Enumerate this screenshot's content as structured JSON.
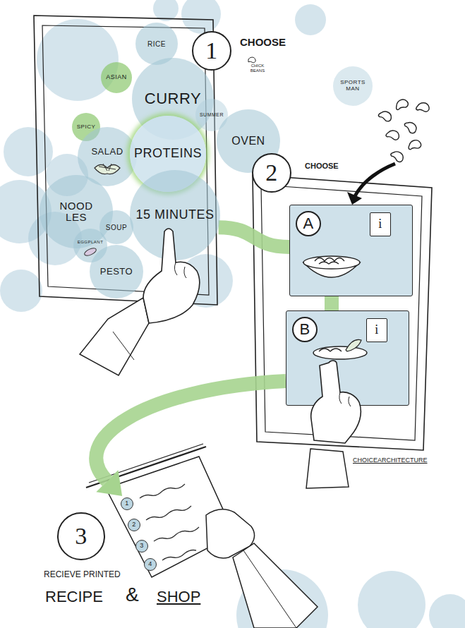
{
  "diagram": {
    "nodes": [
      {
        "text": [
          "1"
        ]
      },
      {
        "text": [
          "RICE"
        ]
      },
      {
        "text": [
          "ASIAN"
        ]
      },
      {
        "text": [
          "CURRY"
        ]
      },
      {
        "text": [
          "SUMMER"
        ]
      },
      {
        "text": [
          "SPICY"
        ]
      },
      {
        "text": [
          "SALAD"
        ]
      },
      {
        "text": [
          "PROTEINS"
        ]
      },
      {
        "text": [
          "OVEN"
        ]
      },
      {
        "text": [
          "SPORTS MAN"
        ]
      },
      {
        "text": [
          "NOOD LES"
        ]
      },
      {
        "text": [
          "SOUP"
        ]
      },
      {
        "text": [
          "15 MINUTES"
        ]
      },
      {
        "text": [
          "EGGPLANT"
        ]
      },
      {
        "text": [
          "PESTO"
        ]
      },
      {
        "text": [
          "2"
        ]
      },
      {
        "text": [
          "A"
        ]
      },
      {
        "text": [
          "i"
        ],
        "in": 16
      },
      {
        "text": [
          "B"
        ]
      },
      {
        "text": [
          "i"
        ],
        "in": 18
      },
      {
        "text": [
          "1"
        ]
      },
      {
        "text": [
          "2"
        ]
      },
      {
        "text": [
          "3"
        ]
      },
      {
        "text": [
          "4"
        ]
      },
      {
        "text": [
          "3"
        ]
      }
    ],
    "edges": [
      {
        "from": 12,
        "to": 16,
        "arrow": "none"
      },
      {
        "from": 16,
        "to": 18,
        "arrow": "none"
      },
      {
        "from": 18,
        "to": 20,
        "arrow": "to"
      }
    ],
    "labels": [
      "CHOOSE",
      "CHICK BEANS",
      "CHOOSE",
      "CHOICEARCHITECTURE",
      "RECIEVE PRINTED",
      "RECIPE",
      "&",
      "SHOP"
    ]
  }
}
